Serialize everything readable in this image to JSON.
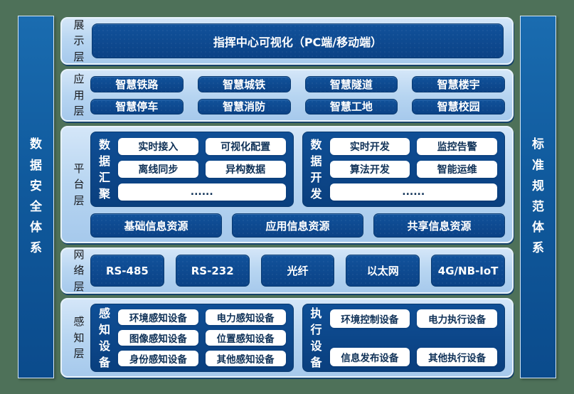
{
  "colors": {
    "background_green": "#4e7159",
    "pillar_blue": "#105a9d",
    "panel_light_blue": "#b7d5f1",
    "box_dark_blue": "#0c4790",
    "white_box_text": "#0f3157"
  },
  "pillars": {
    "left": "数据安全体系",
    "right": "标准规范体系"
  },
  "layers": {
    "presentation": {
      "label": "展示层",
      "box": "指挥中心可视化（PC端/移动端）"
    },
    "application": {
      "label": "应用层",
      "boxes": [
        "智慧铁路",
        "智慧城铁",
        "智慧隧道",
        "智慧楼宇",
        "智慧停车",
        "智慧消防",
        "智慧工地",
        "智慧校园"
      ]
    },
    "platform": {
      "label": "平台层",
      "groups": [
        {
          "label": "数据汇聚",
          "boxes": [
            "实时接入",
            "可视化配置",
            "离线同步",
            "异构数据"
          ],
          "more": "......"
        },
        {
          "label": "数据开发",
          "boxes": [
            "实时开发",
            "监控告警",
            "算法开发",
            "智能运维"
          ],
          "more": "......"
        }
      ],
      "resources": [
        "基础信息资源",
        "应用信息资源",
        "共享信息资源"
      ]
    },
    "network": {
      "label": "网络层",
      "boxes": [
        "RS-485",
        "RS-232",
        "光纤",
        "以太网",
        "4G/NB-IoT"
      ]
    },
    "perception": {
      "label": "感知层",
      "groups": [
        {
          "label": "感知设备",
          "boxes": [
            "环境感知设备",
            "电力感知设备",
            "图像感知设备",
            "位置感知设备",
            "身份感知设备",
            "其他感知设备"
          ]
        },
        {
          "label": "执行设备",
          "boxes": [
            "环境控制设备",
            "电力执行设备",
            "信息发布设备",
            "其他执行设备"
          ]
        }
      ]
    }
  }
}
